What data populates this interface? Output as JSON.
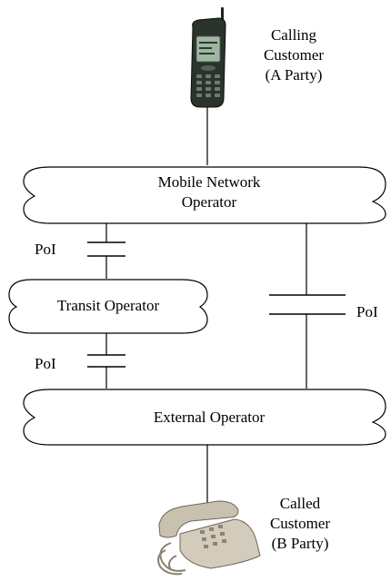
{
  "calling_customer": {
    "lines": [
      "Calling",
      "Customer",
      "(A Party)"
    ]
  },
  "called_customer": {
    "lines": [
      "Called",
      "Customer",
      "(B Party)"
    ]
  },
  "mobile_network_operator": {
    "lines": [
      "Mobile Network",
      "Operator"
    ]
  },
  "transit_operator": {
    "label": "Transit Operator"
  },
  "external_operator": {
    "label": "External Operator"
  },
  "poi_labels": {
    "upper_left": "PoI",
    "lower_left": "PoI",
    "right": "PoI"
  },
  "icons": {
    "calling_device": "mobile-phone-icon",
    "called_device": "desk-telephone-icon"
  }
}
